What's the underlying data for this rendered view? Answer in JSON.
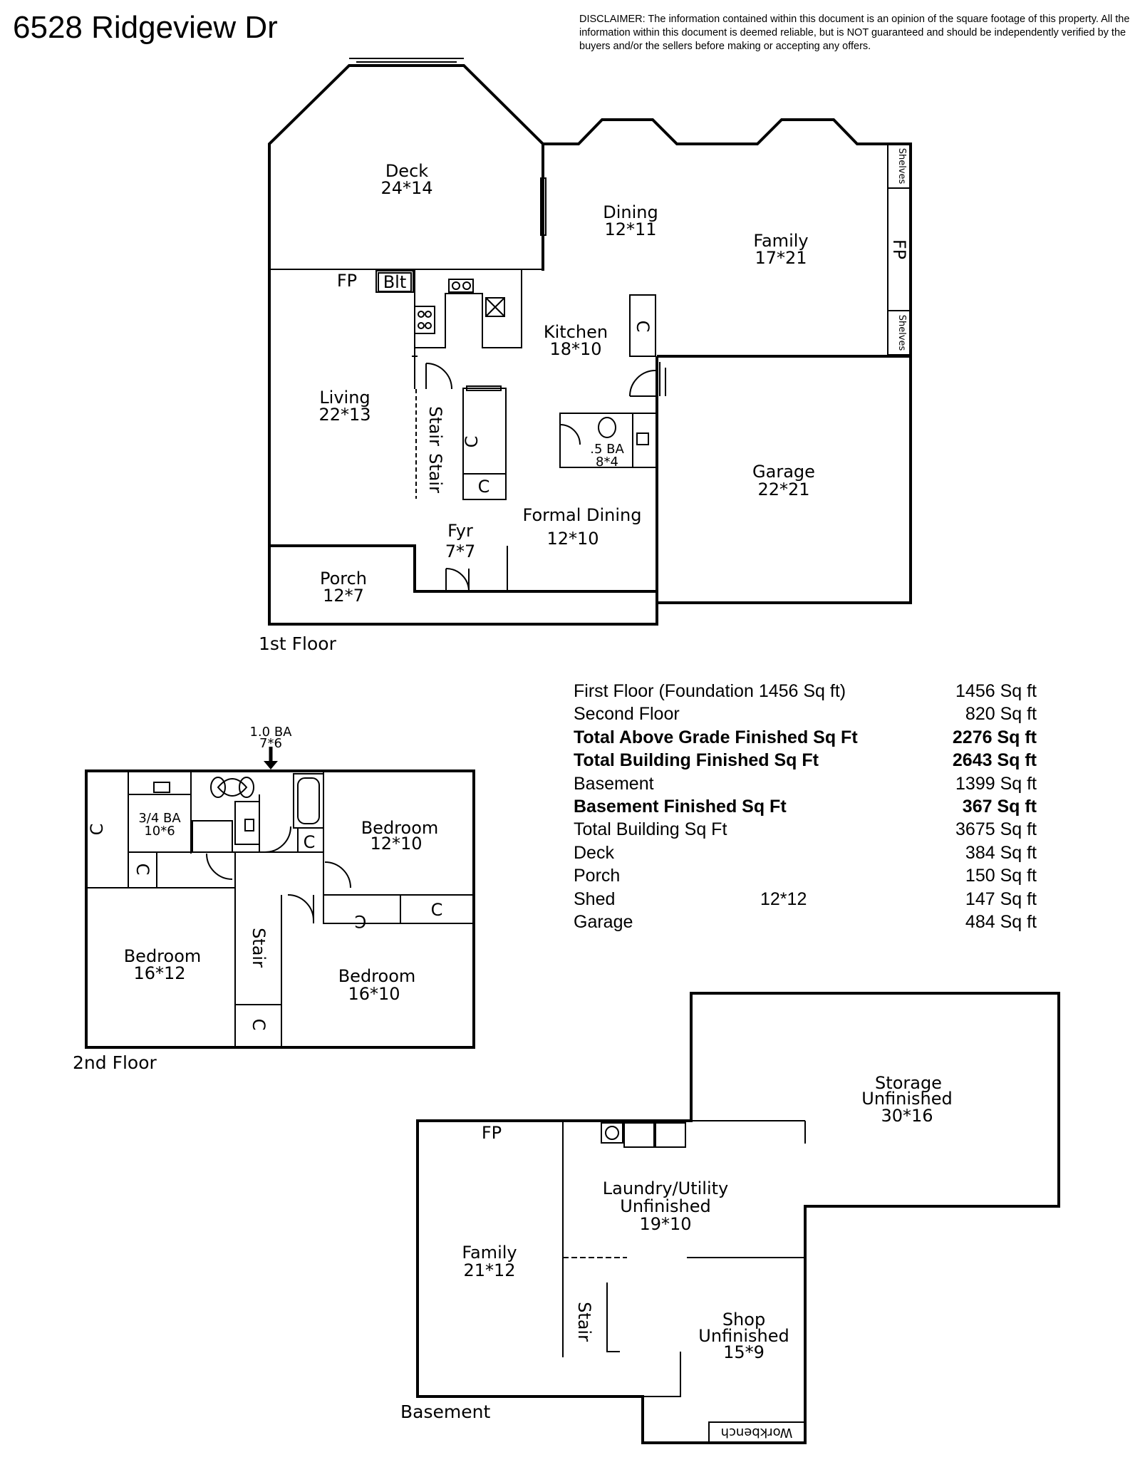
{
  "title": "6528 Ridgeview Dr",
  "disclaimer": "DISCLAIMER: The information contained within this document is an opinion of the square footage of this property. All the information within this document is deemed reliable, but is NOT guaranteed and should be independently verified by the buyers and/or the sellers before making or accepting any offers.",
  "floors": {
    "first": {
      "label": "1st Floor",
      "rooms": {
        "deck": {
          "name": "Deck",
          "dim": "24*14"
        },
        "dining": {
          "name": "Dining",
          "dim": "12*11"
        },
        "family": {
          "name": "Family",
          "dim": "17*21"
        },
        "kitchen": {
          "name": "Kitchen",
          "dim": "18*10"
        },
        "living": {
          "name": "Living",
          "dim": "22*13"
        },
        "half_bath": {
          "name": ".5 BA",
          "dim": "8*4"
        },
        "garage": {
          "name": "Garage",
          "dim": "22*21"
        },
        "formal_dining": {
          "name": "Formal Dining",
          "dim": "12*10"
        },
        "foyer": {
          "name": "Fyr",
          "dim": "7*7"
        },
        "porch": {
          "name": "Porch",
          "dim": "12*7"
        }
      },
      "labels": {
        "fp_living": "FP",
        "blt": "Blt",
        "shelves_top": "Shelves",
        "fp_family": "FP",
        "shelves_bottom": "Shelves",
        "stair_1": "Stair",
        "stair_2": "Stair",
        "closet_kitchen": "C",
        "closet_stair_1": "C",
        "closet_stair_2": "C"
      }
    },
    "second": {
      "label": "2nd Floor",
      "rooms": {
        "full_bath": {
          "name": "1.0 BA",
          "dim": "7*6"
        },
        "three_quarter_bath": {
          "name": "3/4 BA",
          "dim": "10*6"
        },
        "bedroom_ne": {
          "name": "Bedroom",
          "dim": "12*10"
        },
        "bedroom_w": {
          "name": "Bedroom",
          "dim": "16*12"
        },
        "bedroom_s": {
          "name": "Bedroom",
          "dim": "16*10"
        }
      },
      "labels": {
        "stair": "Stair",
        "closet_1": "C",
        "closet_2": "C",
        "closet_3": "C",
        "closet_4": "C",
        "closet_5": "C",
        "closet_6": "C"
      }
    },
    "basement": {
      "label": "Basement",
      "rooms": {
        "storage": {
          "name": "Storage",
          "note": "Unfinished",
          "dim": "30*16"
        },
        "laundry": {
          "name": "Laundry/Utility",
          "note": "Unfinished",
          "dim": "19*10"
        },
        "family": {
          "name": "Family",
          "dim": "21*12"
        },
        "shop": {
          "name": "Shop",
          "note": "Unfinished",
          "dim": "15*9"
        }
      },
      "labels": {
        "fp": "FP",
        "stair": "Stair",
        "workbench": "Workbench"
      }
    }
  },
  "square_footage": [
    {
      "label": "First Floor (Foundation 1456 Sq ft)",
      "extra": "",
      "value": "1456 Sq ft",
      "bold": false
    },
    {
      "label": "Second Floor",
      "extra": "",
      "value": "820 Sq ft",
      "bold": false
    },
    {
      "label": "Total Above Grade Finished Sq Ft",
      "extra": "",
      "value": "2276 Sq ft",
      "bold": true
    },
    {
      "label": "Total Building Finished Sq Ft",
      "extra": "",
      "value": "2643 Sq ft",
      "bold": true
    },
    {
      "label": "Basement",
      "extra": "",
      "value": "1399 Sq ft",
      "bold": false
    },
    {
      "label": "Basement Finished Sq Ft",
      "extra": "",
      "value": "367 Sq ft",
      "bold": true
    },
    {
      "label": "Total Building Sq Ft",
      "extra": "",
      "value": "3675 Sq ft",
      "bold": false
    },
    {
      "label": "Deck",
      "extra": "",
      "value": "384 Sq ft",
      "bold": false
    },
    {
      "label": "Porch",
      "extra": "",
      "value": "150 Sq ft",
      "bold": false
    },
    {
      "label": "Shed",
      "extra": "12*12",
      "value": "147 Sq ft",
      "bold": false
    },
    {
      "label": "Garage",
      "extra": "",
      "value": "484 Sq ft",
      "bold": false
    }
  ]
}
